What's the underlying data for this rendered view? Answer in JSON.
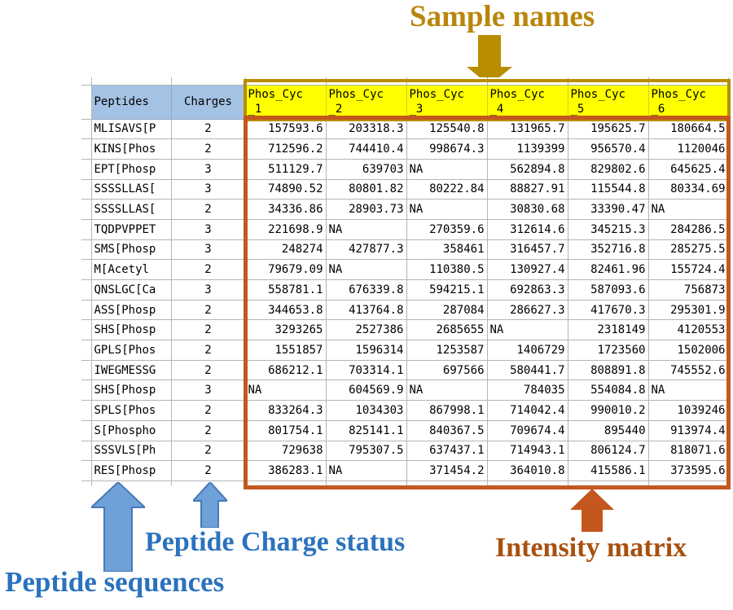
{
  "annotations": {
    "sample_names": "Sample names",
    "peptide_charge_status": "Peptide Charge status",
    "peptide_sequences": "Peptide sequences",
    "intensity_matrix": "Intensity matrix"
  },
  "colors": {
    "header_fill_blue": "#a4c2e4",
    "sample_header_fill_yellow": "#ffff00",
    "sample_box_border_gold": "#b88e00",
    "matrix_box_border_rust": "#c4571e",
    "annotation_gold_text": "#b8860b",
    "annotation_blue_text": "#2b72bd",
    "annotation_rust_text": "#a8500f",
    "blue_arrow_fill": "#6fa0d8",
    "blue_arrow_stroke": "#4779b8",
    "gridline_gray": "#b5b5b5"
  },
  "table": {
    "peptides_header": "Peptides",
    "charges_header": "Charges",
    "sample_columns": [
      "Phos_Cyc\n_1",
      "Phos_Cyc\n_2",
      "Phos_Cyc\n_3",
      "Phos_Cyc\n_4",
      "Phos_Cyc\n_5",
      "Phos_Cyc\n_6"
    ],
    "rows": [
      {
        "peptide": "MLISAVS[P",
        "charge": "2",
        "values": [
          "157593.6",
          "203318.3",
          "125540.8",
          "131965.7",
          "195625.7",
          "180664.5"
        ]
      },
      {
        "peptide": "KINS[Phos",
        "charge": "2",
        "values": [
          "712596.2",
          "744410.4",
          "998674.3",
          "1139399",
          "956570.4",
          "1120046"
        ]
      },
      {
        "peptide": "EPT[Phosp",
        "charge": "3",
        "values": [
          "511129.7",
          "639703",
          "NA",
          "562894.8",
          "829802.6",
          "645625.4"
        ]
      },
      {
        "peptide": "SSSSLLAS[",
        "charge": "3",
        "values": [
          "74890.52",
          "80801.82",
          "80222.84",
          "88827.91",
          "115544.8",
          "80334.69"
        ]
      },
      {
        "peptide": "SSSSLLAS[",
        "charge": "2",
        "values": [
          "34336.86",
          "28903.73",
          "NA",
          "30830.68",
          "33390.47",
          "NA"
        ]
      },
      {
        "peptide": "TQDPVPPET",
        "charge": "3",
        "values": [
          "221698.9",
          "NA",
          "270359.6",
          "312614.6",
          "345215.3",
          "284286.5"
        ]
      },
      {
        "peptide": "SMS[Phosp",
        "charge": "3",
        "values": [
          "248274",
          "427877.3",
          "358461",
          "316457.7",
          "352716.8",
          "285275.5"
        ]
      },
      {
        "peptide": "M[Acetyl",
        "charge": "2",
        "values": [
          "79679.09",
          "NA",
          "110380.5",
          "130927.4",
          "82461.96",
          "155724.4"
        ]
      },
      {
        "peptide": "QNSLGC[Ca",
        "charge": "3",
        "values": [
          "558781.1",
          "676339.8",
          "594215.1",
          "692863.3",
          "587093.6",
          "756873"
        ]
      },
      {
        "peptide": "ASS[Phosp",
        "charge": "2",
        "values": [
          "344653.8",
          "413764.8",
          "287084",
          "286627.3",
          "417670.3",
          "295301.9"
        ]
      },
      {
        "peptide": "SHS[Phosp",
        "charge": "2",
        "values": [
          "3293265",
          "2527386",
          "2685655",
          "NA",
          "2318149",
          "4120553"
        ]
      },
      {
        "peptide": "GPLS[Phos",
        "charge": "2",
        "values": [
          "1551857",
          "1596314",
          "1253587",
          "1406729",
          "1723560",
          "1502006"
        ]
      },
      {
        "peptide": "IWEGMESSG",
        "charge": "2",
        "values": [
          "686212.1",
          "703314.1",
          "697566",
          "580441.7",
          "808891.8",
          "745552.6"
        ]
      },
      {
        "peptide": "SHS[Phosp",
        "charge": "3",
        "values": [
          "NA",
          "604569.9",
          "NA",
          "784035",
          "554084.8",
          "NA"
        ]
      },
      {
        "peptide": "SPLS[Phos",
        "charge": "2",
        "values": [
          "833264.3",
          "1034303",
          "867998.1",
          "714042.4",
          "990010.2",
          "1039246"
        ]
      },
      {
        "peptide": "S[Phospho",
        "charge": "2",
        "values": [
          "801754.1",
          "825141.1",
          "840367.5",
          "709674.4",
          "895440",
          "913974.4"
        ]
      },
      {
        "peptide": "SSSVLS[Ph",
        "charge": "2",
        "values": [
          "729638",
          "795307.5",
          "637437.1",
          "714943.1",
          "806124.7",
          "818071.6"
        ]
      },
      {
        "peptide": "RES[Phosp",
        "charge": "2",
        "values": [
          "386283.1",
          "NA",
          "371454.2",
          "364010.8",
          "415586.1",
          "373595.6"
        ]
      }
    ]
  }
}
